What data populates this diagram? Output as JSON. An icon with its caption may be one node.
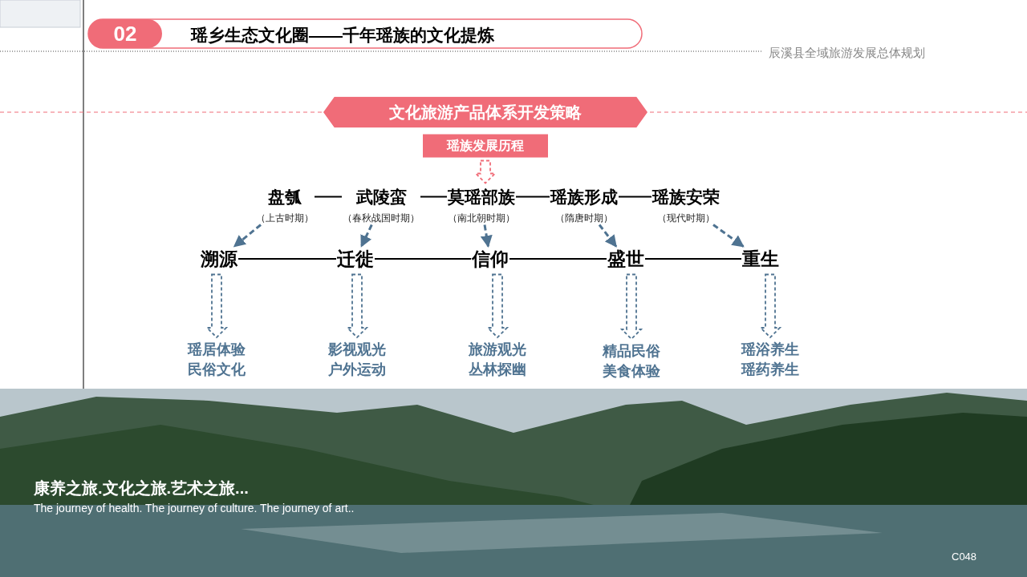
{
  "diagram": {
    "title": "瑶乡生态文化圈——千年瑶族的文化提炼",
    "nodes": [
      {
        "text": [
          "文化旅游产品体系开发策略"
        ]
      },
      {
        "text": [
          "瑶族发展历程"
        ]
      },
      {
        "text": [
          "盘瓠"
        ],
        "beside": [
          "（上古时期）"
        ]
      },
      {
        "text": [
          "武陵蛮"
        ],
        "beside": [
          "（春秋战国时期）"
        ]
      },
      {
        "text": [
          "莫瑶部族"
        ],
        "beside": [
          "（南北朝时期）"
        ]
      },
      {
        "text": [
          "瑶族形成"
        ],
        "beside": [
          "（隋唐时期）"
        ]
      },
      {
        "text": [
          "瑶族安荣"
        ],
        "beside": [
          "（现代时期）"
        ]
      },
      {
        "text": [
          "溯源"
        ]
      },
      {
        "text": [
          "迁徙"
        ]
      },
      {
        "text": [
          "信仰"
        ]
      },
      {
        "text": [
          "盛世"
        ]
      },
      {
        "text": [
          "重生"
        ]
      },
      {
        "text": [
          "瑶居体验",
          "民俗文化"
        ]
      },
      {
        "text": [
          "影视观光",
          "户外运动"
        ]
      },
      {
        "text": [
          "旅游观光",
          "丛林探幽"
        ]
      },
      {
        "text": [
          "精品民俗",
          "美食体验"
        ]
      },
      {
        "text": [
          "瑶浴养生",
          "瑶药养生"
        ]
      }
    ],
    "edges": [
      {
        "from": 1,
        "to": 4,
        "arrow": "to",
        "style": "dashed",
        "color": "#f06c78"
      },
      {
        "from": 2,
        "to": 3,
        "arrow": "none"
      },
      {
        "from": 3,
        "to": 4,
        "arrow": "none"
      },
      {
        "from": 4,
        "to": 5,
        "arrow": "none"
      },
      {
        "from": 5,
        "to": 6,
        "arrow": "none"
      },
      {
        "from": 2,
        "to": 7,
        "arrow": "to",
        "style": "dashed",
        "color": "#4f7391"
      },
      {
        "from": 3,
        "to": 8,
        "arrow": "to",
        "style": "dashed",
        "color": "#4f7391"
      },
      {
        "from": 4,
        "to": 9,
        "arrow": "to",
        "style": "dashed",
        "color": "#4f7391"
      },
      {
        "from": 5,
        "to": 10,
        "arrow": "to",
        "style": "dashed",
        "color": "#4f7391"
      },
      {
        "from": 6,
        "to": 11,
        "arrow": "to",
        "style": "dashed",
        "color": "#4f7391"
      },
      {
        "from": 7,
        "to": 8,
        "arrow": "none"
      },
      {
        "from": 8,
        "to": 9,
        "arrow": "none"
      },
      {
        "from": 9,
        "to": 10,
        "arrow": "none"
      },
      {
        "from": 10,
        "to": 11,
        "arrow": "none"
      },
      {
        "from": 7,
        "to": 12,
        "arrow": "to",
        "style": "dashed",
        "color": "#4f7391"
      },
      {
        "from": 8,
        "to": 13,
        "arrow": "to",
        "style": "dashed",
        "color": "#4f7391"
      },
      {
        "from": 9,
        "to": 14,
        "arrow": "to",
        "style": "dashed",
        "color": "#4f7391"
      },
      {
        "from": 10,
        "to": 15,
        "arrow": "to",
        "style": "dashed",
        "color": "#4f7391"
      },
      {
        "from": 11,
        "to": 16,
        "arrow": "to",
        "style": "dashed",
        "color": "#4f7391"
      }
    ],
    "labels": [
      "02",
      "辰溪县全域旅游发展总体规划",
      "康养之旅.文化之旅.艺术之旅...",
      "The journey of health. The journey of culture. The journey of art..",
      "C048"
    ]
  }
}
